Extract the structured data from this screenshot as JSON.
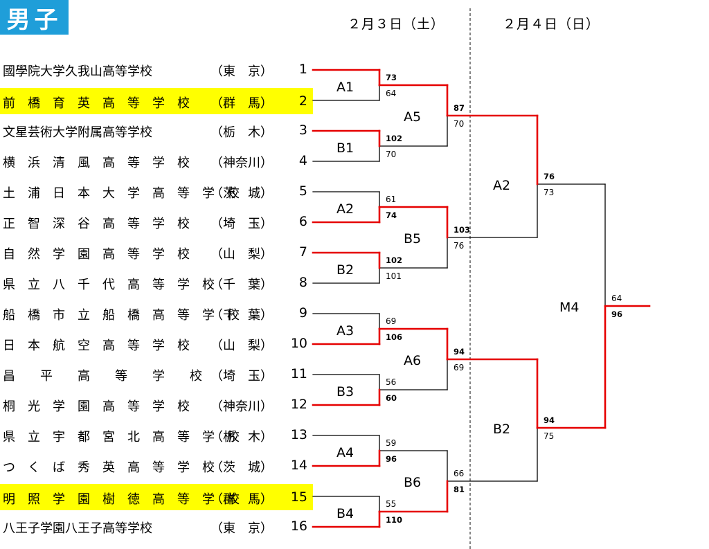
{
  "header": {
    "title": "男子",
    "day1": "２月３日（土）",
    "day2": "２月４日（日）"
  },
  "colors": {
    "accent": "#1f9ed9",
    "winner_line": "#e60000",
    "loser_line": "#000000",
    "highlight": "#ffff00"
  },
  "teams": [
    {
      "name": "國學院大学久我山高等学校",
      "pref": "（東　京）",
      "seed": "1",
      "highlight": false
    },
    {
      "name": "前　橋　育　英　高　等　学　校",
      "pref": "（群　馬）",
      "seed": "2",
      "highlight": true
    },
    {
      "name": "文星芸術大学附属高等学校",
      "pref": "（栃　木）",
      "seed": "3",
      "highlight": false
    },
    {
      "name": "横　浜　清　風　高　等　学　校",
      "pref": "（神奈川）",
      "seed": "4",
      "highlight": false
    },
    {
      "name": "土　浦　日　本　大　学　高　等　学　校",
      "pref": "（茨　城）",
      "seed": "5",
      "highlight": false
    },
    {
      "name": "正　智　深　谷　高　等　学　校",
      "pref": "（埼　玉）",
      "seed": "6",
      "highlight": false
    },
    {
      "name": "自　然　学　園　高　等　学　校",
      "pref": "（山　梨）",
      "seed": "7",
      "highlight": false
    },
    {
      "name": "県　立　八　千　代　高　等　学　校",
      "pref": "（千　葉）",
      "seed": "8",
      "highlight": false
    },
    {
      "name": "船　橋　市　立　船　橋　高　等　学　校",
      "pref": "（千　葉）",
      "seed": "9",
      "highlight": false
    },
    {
      "name": "日　本　航　空　高　等　学　校",
      "pref": "（山　梨）",
      "seed": "10",
      "highlight": false
    },
    {
      "name": "昌　　平　　高　　等　　学　　校",
      "pref": "（埼　玉）",
      "seed": "11",
      "highlight": false
    },
    {
      "name": "桐　光　学　園　高　等　学　校",
      "pref": "（神奈川）",
      "seed": "12",
      "highlight": false
    },
    {
      "name": "県　立　宇　都　宮　北　高　等　学　校",
      "pref": "（栃　木）",
      "seed": "13",
      "highlight": false
    },
    {
      "name": "つ　く　ば　秀　英　高　等　学　校",
      "pref": "（茨　城）",
      "seed": "14",
      "highlight": false
    },
    {
      "name": "明　照　学　園　樹　徳　高　等　学　校",
      "pref": "（群　馬）",
      "seed": "15",
      "highlight": true
    },
    {
      "name": "八王子学園八王子高等学校",
      "pref": "（東　京）",
      "seed": "16",
      "highlight": false
    }
  ],
  "round1": [
    {
      "label": "A1",
      "top_score": "73",
      "bottom_score": "64",
      "winner": "top"
    },
    {
      "label": "B1",
      "top_score": "102",
      "bottom_score": "70",
      "winner": "top"
    },
    {
      "label": "A2",
      "top_score": "61",
      "bottom_score": "74",
      "winner": "bottom"
    },
    {
      "label": "B2",
      "top_score": "102",
      "bottom_score": "101",
      "winner": "top"
    },
    {
      "label": "A3",
      "top_score": "69",
      "bottom_score": "106",
      "winner": "bottom"
    },
    {
      "label": "B3",
      "top_score": "56",
      "bottom_score": "60",
      "winner": "bottom"
    },
    {
      "label": "A4",
      "top_score": "59",
      "bottom_score": "96",
      "winner": "bottom"
    },
    {
      "label": "B4",
      "top_score": "55",
      "bottom_score": "110",
      "winner": "bottom"
    }
  ],
  "round2": [
    {
      "label": "A5",
      "top_score": "87",
      "bottom_score": "70",
      "winner": "top"
    },
    {
      "label": "B5",
      "top_score": "103",
      "bottom_score": "76",
      "winner": "top"
    },
    {
      "label": "A6",
      "top_score": "94",
      "bottom_score": "69",
      "winner": "top"
    },
    {
      "label": "B6",
      "top_score": "66",
      "bottom_score": "81",
      "winner": "bottom"
    }
  ],
  "round3": [
    {
      "label": "A2",
      "top_score": "76",
      "bottom_score": "73",
      "winner": "top"
    },
    {
      "label": "B2",
      "top_score": "94",
      "bottom_score": "75",
      "winner": "top"
    }
  ],
  "final": {
    "label": "M4",
    "top_score": "64",
    "bottom_score": "96",
    "winner": "bottom"
  }
}
